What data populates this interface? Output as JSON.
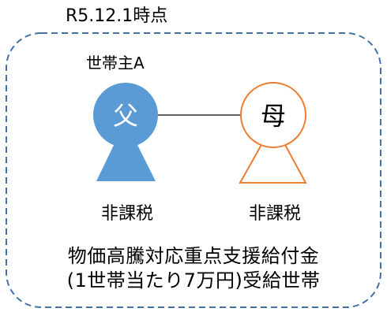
{
  "date_label": "R5.12.1時点",
  "head_label": "世帯主A",
  "father": {
    "char": "父",
    "tax_status": "非課税"
  },
  "mother": {
    "char": "母",
    "tax_status": "非課税"
  },
  "benefit": {
    "line1": "物価高騰対応重点支援給付金",
    "line2": "(1世帯当たり7万円)受給世帯"
  },
  "colors": {
    "father_fill": "#5B9BD5",
    "mother_stroke": "#ED7D31",
    "household_border": "#4472A8"
  }
}
